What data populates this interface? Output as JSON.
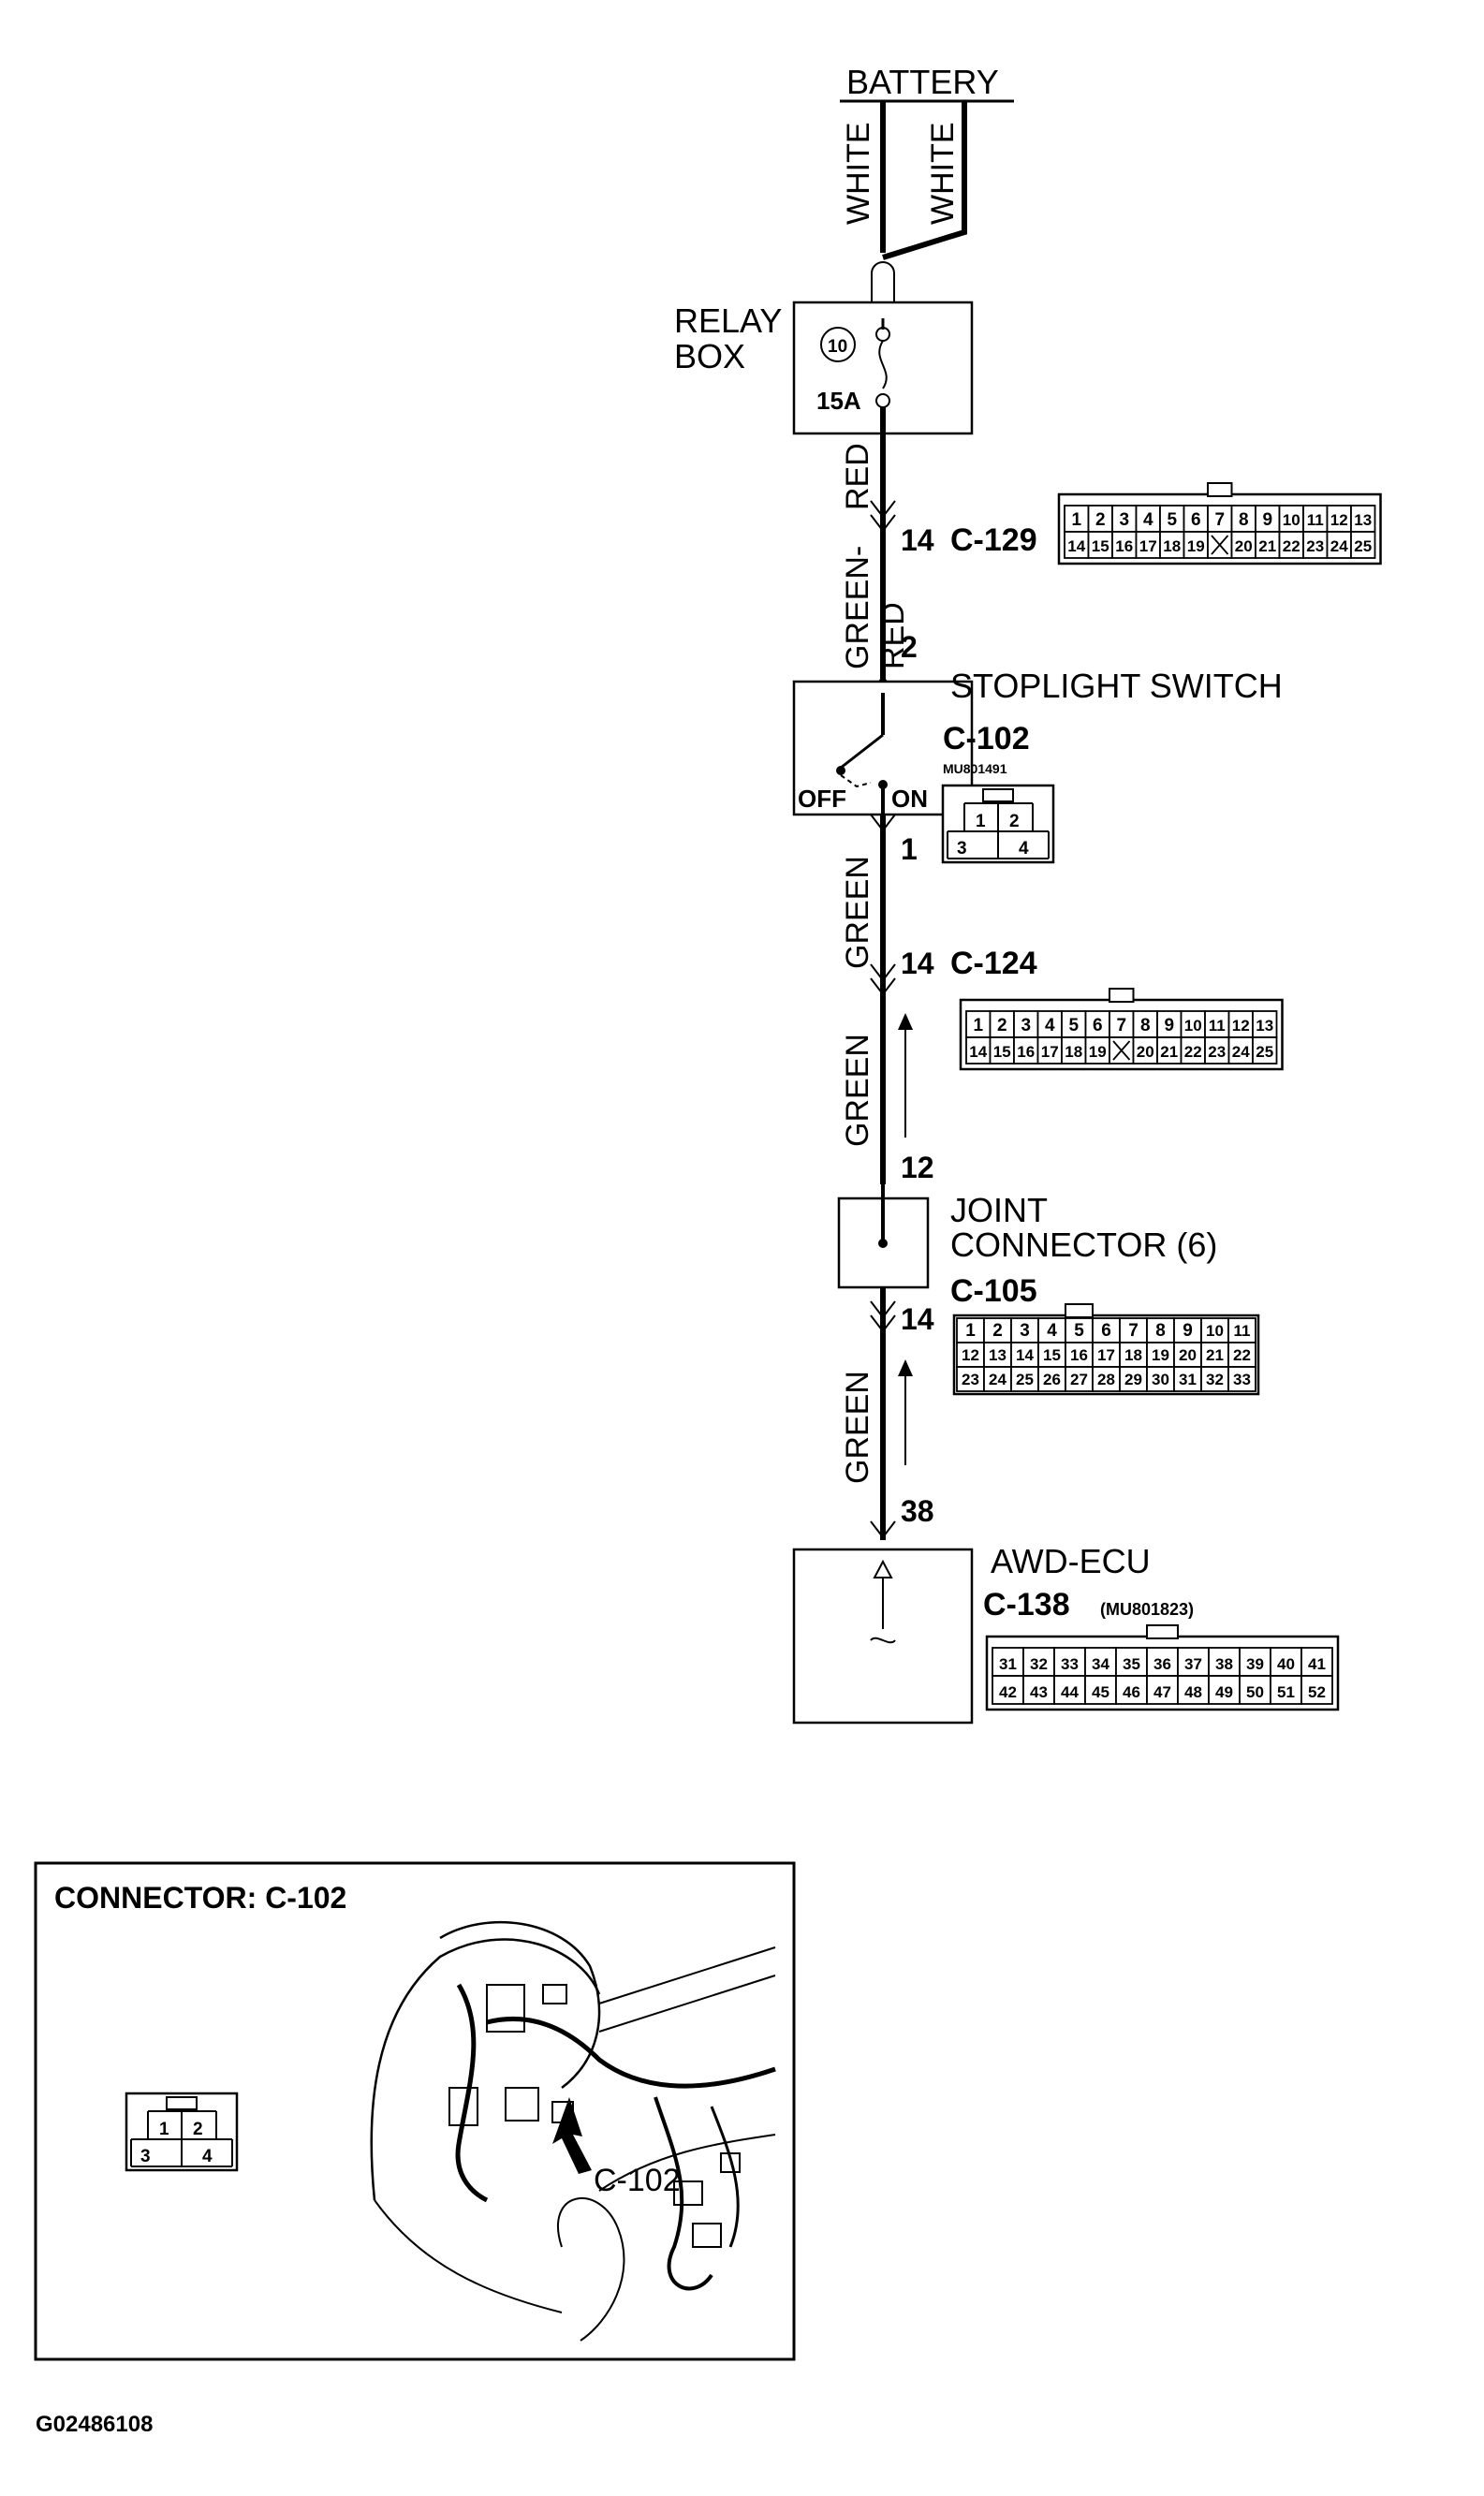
{
  "source": {
    "label": "BATTERY"
  },
  "wires": {
    "battery_left": "WHITE",
    "battery_right": "WHITE",
    "relay_to_c129": "RED",
    "c129_to_switch": "GREEN-\nRED",
    "switch_to_c124": "GREEN",
    "c124_to_joint": "GREEN",
    "joint_to_ecu": "GREEN"
  },
  "relay_box": {
    "label": "RELAY\nBOX",
    "fuse_number": "10",
    "fuse_rating": "15A"
  },
  "c129": {
    "pin": "14",
    "name": "C-129",
    "row1": [
      "1",
      "2",
      "3",
      "4",
      "5",
      "6",
      "7",
      "8",
      "9",
      "10",
      "11",
      "12",
      "13"
    ],
    "row2": [
      "14",
      "15",
      "16",
      "17",
      "18",
      "19",
      "",
      "20",
      "21",
      "22",
      "23",
      "24",
      "25"
    ]
  },
  "stoplight_switch": {
    "label": "STOPLIGHT SWITCH",
    "connector": "C-102",
    "part_number": "MU801491",
    "pin_in": "2",
    "pin_out": "1",
    "off_label": "OFF",
    "on_label": "ON",
    "pins": [
      "1",
      "2",
      "3",
      "4"
    ]
  },
  "c124": {
    "pin": "14",
    "name": "C-124",
    "row1": [
      "1",
      "2",
      "3",
      "4",
      "5",
      "6",
      "7",
      "8",
      "9",
      "10",
      "11",
      "12",
      "13"
    ],
    "row2": [
      "14",
      "15",
      "16",
      "17",
      "18",
      "19",
      "",
      "20",
      "21",
      "22",
      "23",
      "24",
      "25"
    ]
  },
  "joint_connector": {
    "label": "JOINT\nCONNECTOR (6)",
    "connector": "C-105",
    "pin_in": "12",
    "pin_out": "14",
    "row1": [
      "1",
      "2",
      "3",
      "4",
      "5",
      "6",
      "7",
      "8",
      "9",
      "10",
      "11"
    ],
    "row2": [
      "12",
      "13",
      "14",
      "15",
      "16",
      "17",
      "18",
      "19",
      "20",
      "21",
      "22"
    ],
    "row3": [
      "23",
      "24",
      "25",
      "26",
      "27",
      "28",
      "29",
      "30",
      "31",
      "32",
      "33"
    ]
  },
  "awd_ecu": {
    "label": "AWD-ECU",
    "connector": "C-138",
    "part_number": "(MU801823)",
    "pin": "38",
    "row1": [
      "31",
      "32",
      "33",
      "34",
      "35",
      "36",
      "37",
      "38",
      "39",
      "40",
      "41"
    ],
    "row2": [
      "42",
      "43",
      "44",
      "45",
      "46",
      "47",
      "48",
      "49",
      "50",
      "51",
      "52"
    ]
  },
  "location_view": {
    "title": "CONNECTOR: C-102",
    "callout": "C-102",
    "pins": [
      "1",
      "2",
      "3",
      "4"
    ]
  },
  "figure_code": "G02486108"
}
